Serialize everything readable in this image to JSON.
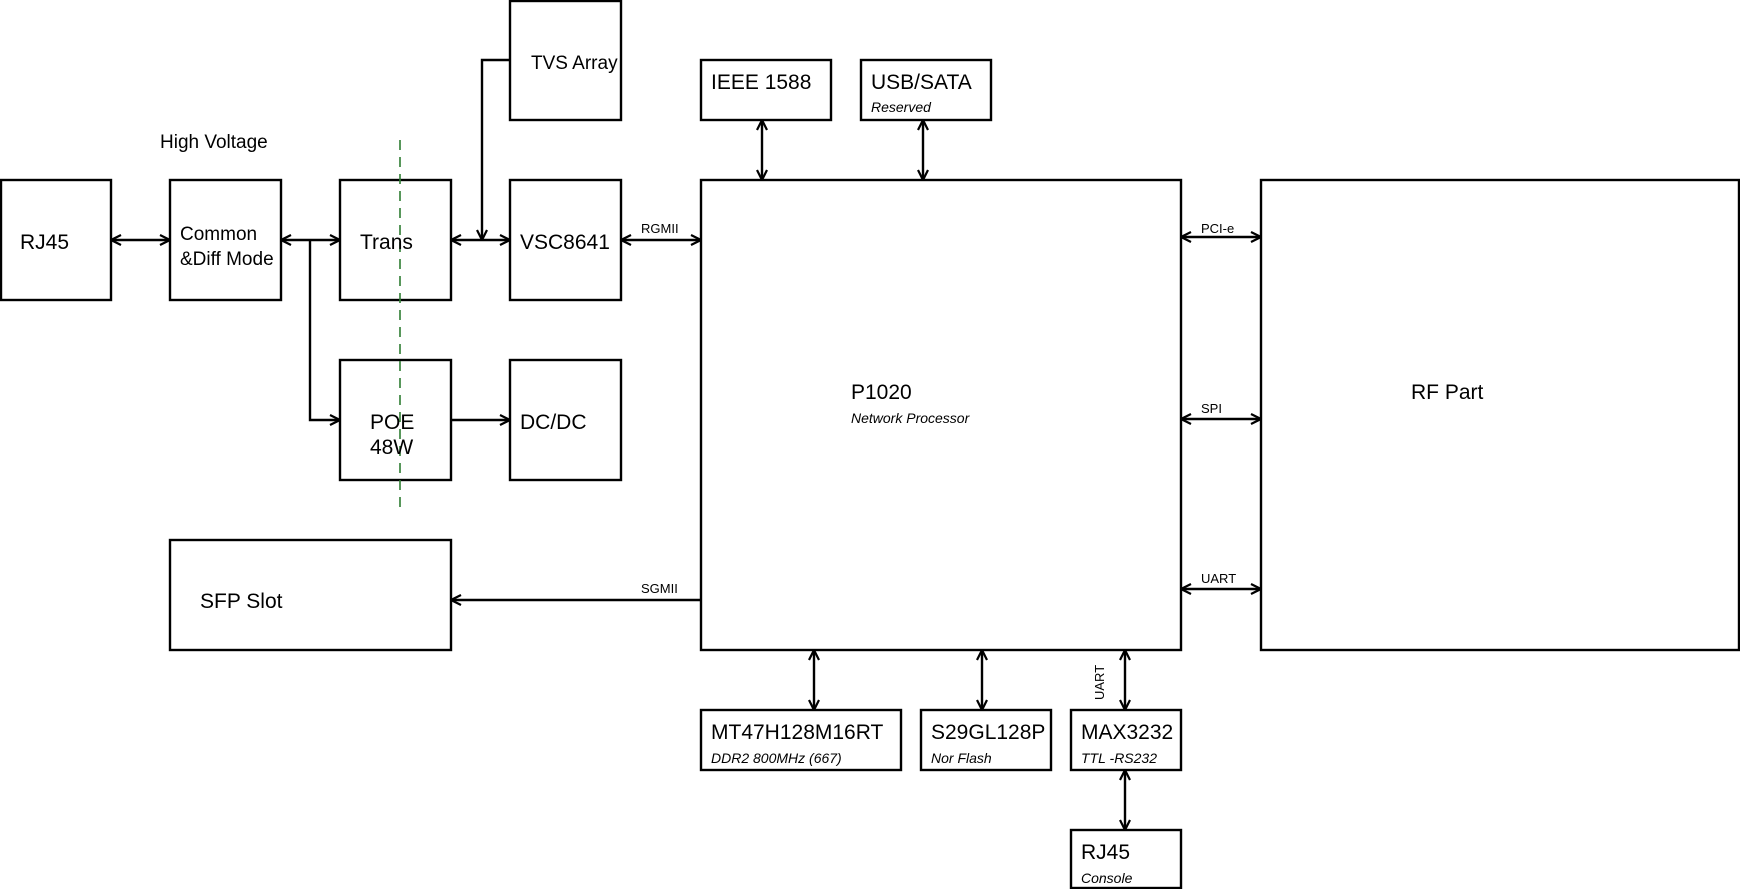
{
  "blocks": {
    "rj45_eth": "RJ45",
    "common_diff_line1": "Common",
    "common_diff_line2": "&Diff Mode",
    "trans": "Trans",
    "tvs_array": "TVS Array",
    "vsc8641": "VSC8641",
    "poe_line1": "POE",
    "poe_line2": "48W",
    "dcdc": "DC/DC",
    "sfp_slot": "SFP Slot",
    "ieee1588": "IEEE 1588",
    "usb_sata": "USB/SATA",
    "usb_sata_sub": "Reserved",
    "p1020": "P1020",
    "p1020_sub": "Network Processor",
    "rf_part": "RF Part",
    "ddr": "MT47H128M16RT",
    "ddr_sub": "DDR2 800MHz (667)",
    "flash": "S29GL128P",
    "flash_sub": "Nor Flash",
    "max3232": "MAX3232",
    "max3232_sub": "TTL -RS232",
    "rj45_console": "RJ45",
    "rj45_console_sub": "Console"
  },
  "labels": {
    "high_voltage": "High Voltage",
    "rgmii": "RGMII",
    "sgmii": "SGMII",
    "pcie": "PCI-e",
    "spi": "SPI",
    "uart_rf": "UART",
    "uart_max": "UART"
  },
  "colors": {
    "line": "#000000",
    "isolation_barrier": "#2e7d32"
  }
}
